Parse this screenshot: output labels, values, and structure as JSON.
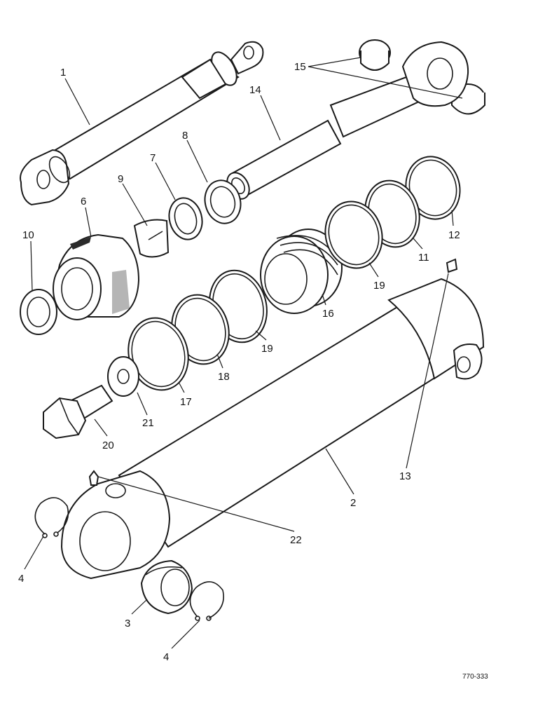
{
  "diagram": {
    "reference_code": "770-333",
    "callouts": {
      "c1": "1",
      "c2": "2",
      "c3": "3",
      "c4a": "4",
      "c4b": "4",
      "c6": "6",
      "c7": "7",
      "c8": "8",
      "c9": "9",
      "c10": "10",
      "c11": "11",
      "c12": "12",
      "c13": "13",
      "c14": "14",
      "c15": "15",
      "c16": "16",
      "c17": "17",
      "c18": "18",
      "c19a": "19",
      "c19b": "19",
      "c20": "20",
      "c21": "21",
      "c22": "22"
    }
  }
}
